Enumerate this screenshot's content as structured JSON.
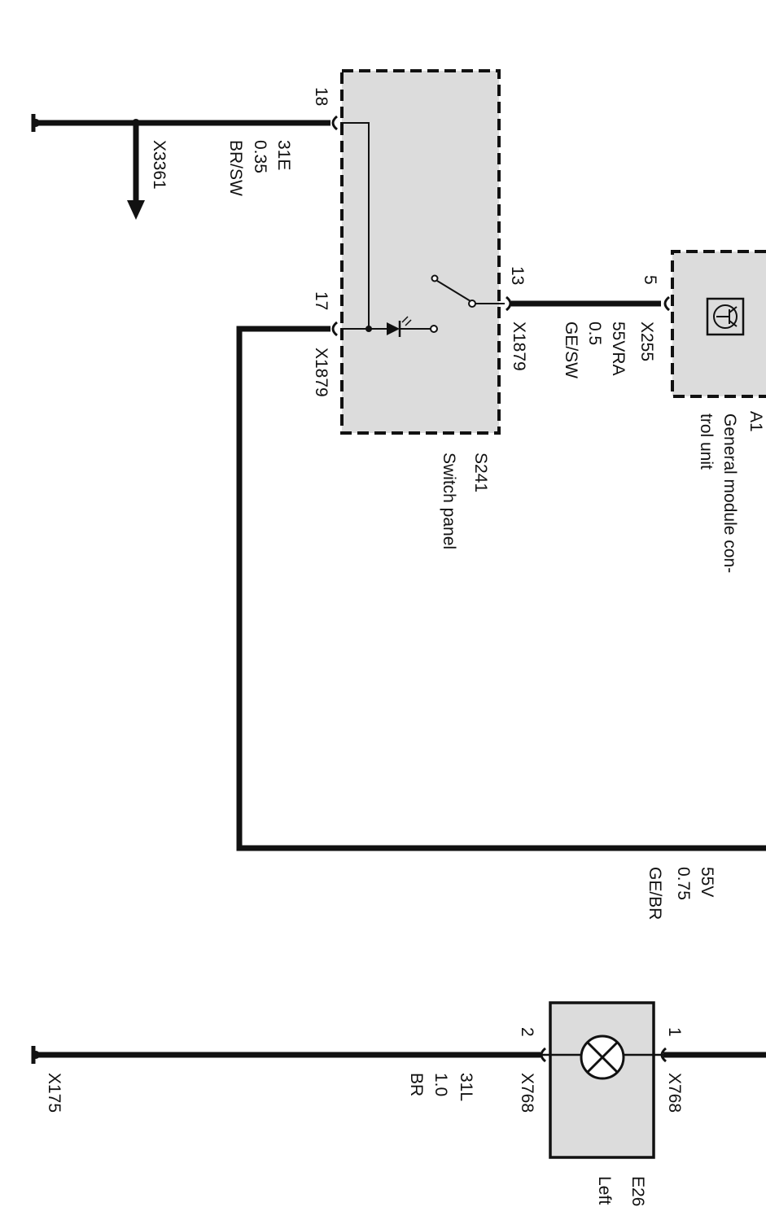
{
  "components": {
    "switch_panel": {
      "id": "S241",
      "name": "Switch panel"
    },
    "general_module": {
      "id": "A1",
      "name_line1": "General module con-",
      "name_line2": "trol unit"
    },
    "lamp": {
      "id": "E26",
      "name": "Left"
    }
  },
  "pins": {
    "sp18": "18",
    "sp17": "17",
    "sp13": "13",
    "gm5": "5",
    "lamp1": "1",
    "lamp2": "2"
  },
  "connectors": {
    "x1879_left": "X1879",
    "x1879_right": "X1879",
    "x255": "X255",
    "x3361": "X3361",
    "x768_left": "X768",
    "x768_right": "X768",
    "x175": "X175"
  },
  "wires": {
    "w31e": {
      "name": "31E",
      "size": "0.35",
      "color": "BR/SW"
    },
    "w55vra": {
      "name": "55VRA",
      "size": "0.5",
      "color": "GE/SW"
    },
    "w55v": {
      "name": "55V",
      "size": "0.75",
      "color": "GE/BR"
    },
    "w31l": {
      "name": "31L",
      "size": "1.0",
      "color": "BR"
    }
  }
}
